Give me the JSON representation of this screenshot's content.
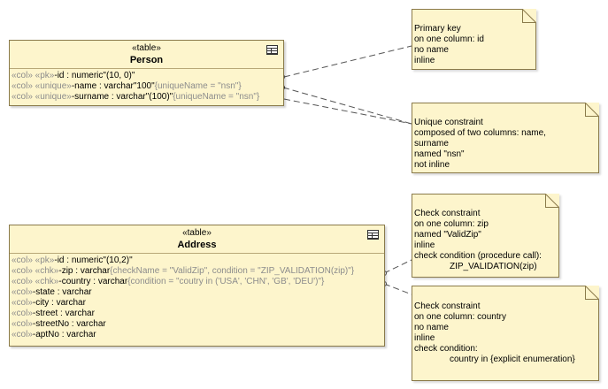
{
  "tables": {
    "person": {
      "stereotype": "«table»",
      "name": "Person",
      "rows": [
        {
          "stereo": "«col» «pk»",
          "text": "-id : numeric\"(10, 0)\"",
          "tag": ""
        },
        {
          "stereo": "«col» «unique»",
          "text": "-name : varchar\"100\"",
          "tag": "{uniqueName = \"nsn\"}"
        },
        {
          "stereo": "«col» «unique»",
          "text": "-surname : varchar\"(100)\"",
          "tag": "{uniqueName = \"nsn\"}"
        }
      ]
    },
    "address": {
      "stereotype": "«table»",
      "name": "Address",
      "rows": [
        {
          "stereo": "«col» «pk»",
          "text": "-id : numeric\"(10,2)\"",
          "tag": ""
        },
        {
          "stereo": "«col» «chk»",
          "text": "-zip : varchar",
          "tag": "{checkName = \"ValidZip\", condition = \"ZIP_VALIDATION(zip)\"}"
        },
        {
          "stereo": "«col» «chk»",
          "text": "-country : varchar",
          "tag": "{condition = \"coutry in ('USA', 'CHN', 'GB', 'DEU')\"}"
        },
        {
          "stereo": "«col»",
          "text": "-state : varchar",
          "tag": ""
        },
        {
          "stereo": "«col»",
          "text": "-city : varchar",
          "tag": ""
        },
        {
          "stereo": "«col»",
          "text": "-street : varchar",
          "tag": ""
        },
        {
          "stereo": "«col»",
          "text": "-streetNo : varchar",
          "tag": ""
        },
        {
          "stereo": "«col»",
          "text": "-aptNo : varchar",
          "tag": ""
        }
      ]
    }
  },
  "notes": {
    "pk": {
      "lines": [
        "Primary key",
        "on one column: id",
        "no name",
        "inline"
      ]
    },
    "unique": {
      "lines": [
        "Unique constraint",
        "composed of two columns: name,",
        "surname",
        "named \"nsn\"",
        "not inline"
      ]
    },
    "zip": {
      "lines": [
        "Check constraint",
        "on one column: zip",
        "named \"ValidZip\"",
        "inline",
        "check condition (procedure call):"
      ],
      "indented": "ZIP_VALIDATION(zip)"
    },
    "country": {
      "lines": [
        "Check constraint",
        "on one column: country",
        "no name",
        "inline",
        "check condition:"
      ],
      "indented": "country in {explicit enumeration}"
    }
  },
  "colors": {
    "fill": "#fdf5cc",
    "border": "#8a7a4a",
    "stereotype_text": "#8c8c8c",
    "connector": "#555555"
  }
}
